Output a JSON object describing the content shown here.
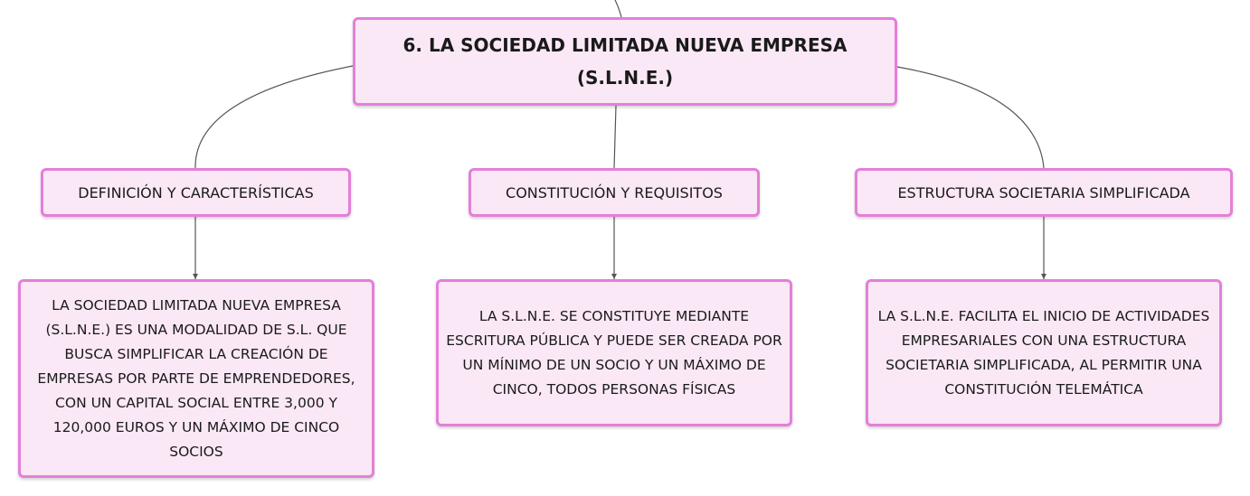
{
  "root": {
    "title_line1": "6. LA SOCIEDAD LIMITADA NUEVA EMPRESA",
    "title_line2": "(S.L.N.E.)"
  },
  "branches": [
    {
      "label": "DEFINICIÓN Y CARACTERÍSTICAS",
      "detail": "LA SOCIEDAD LIMITADA NUEVA EMPRESA (S.L.N.E.) ES UNA MODALIDAD DE S.L. QUE BUSCA SIMPLIFICAR LA CREACIÓN DE EMPRESAS POR PARTE DE EMPRENDEDORES, CON UN CAPITAL SOCIAL ENTRE 3,000 Y 120,000 EUROS Y UN MÁXIMO DE CINCO SOCIOS"
    },
    {
      "label": "CONSTITUCIÓN Y REQUISITOS",
      "detail": "LA S.L.N.E. SE CONSTITUYE MEDIANTE ESCRITURA PÚBLICA Y PUEDE SER CREADA POR UN MÍNIMO DE UN SOCIO Y UN MÁXIMO DE CINCO, TODOS PERSONAS FÍSICAS"
    },
    {
      "label": "ESTRUCTURA SOCIETARIA SIMPLIFICADA",
      "detail": "LA S.L.N.E. FACILITA EL INICIO DE ACTIVIDADES EMPRESARIALES CON UNA ESTRUCTURA SOCIETARIA SIMPLIFICADA, AL PERMITIR UNA CONSTITUCIÓN TELEMÁTICA"
    }
  ],
  "colors": {
    "node_fill": "#fbe8f6",
    "node_border": "#e47fd9",
    "connector": "#555555"
  }
}
